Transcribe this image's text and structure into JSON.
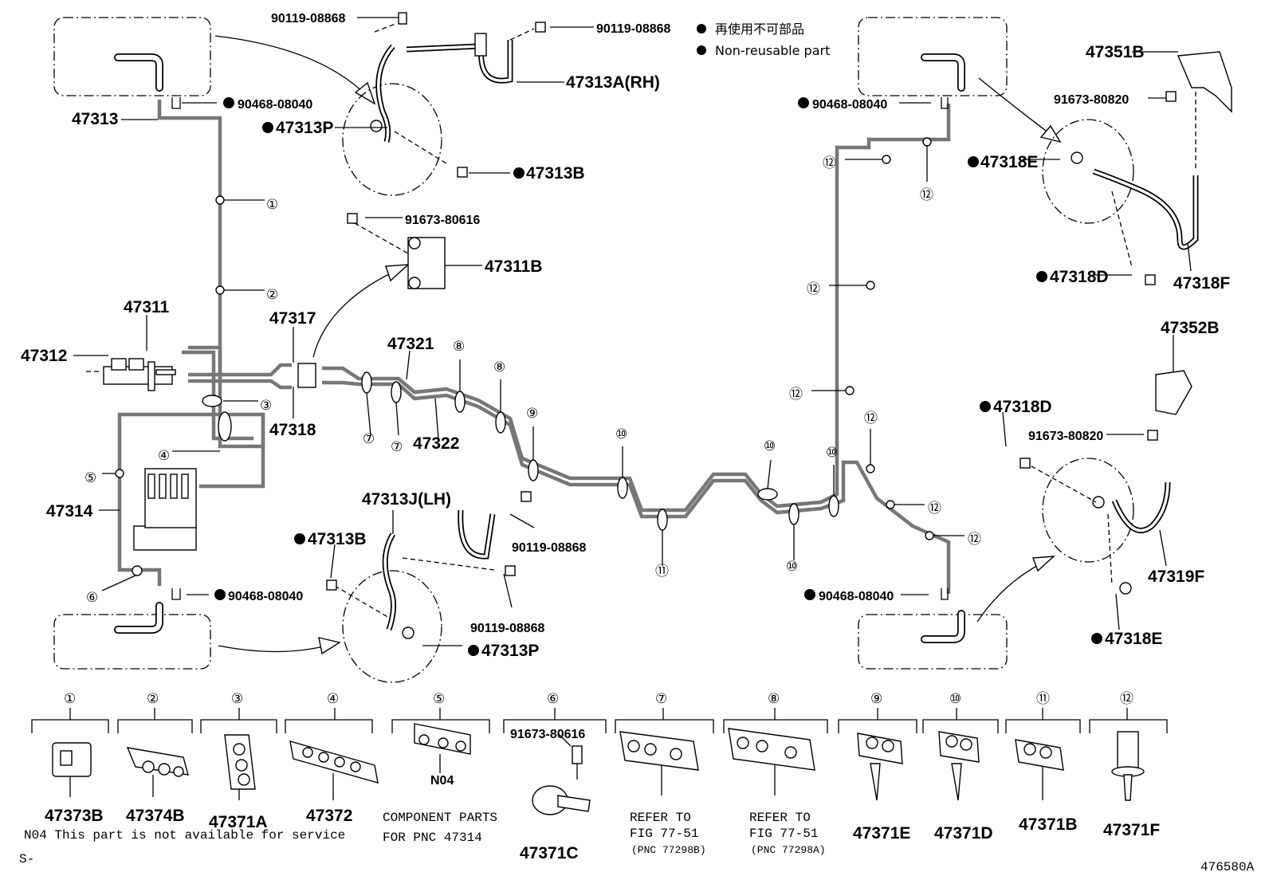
{
  "diagram": {
    "legend": {
      "non_reusable_jp": "再使用不可部品",
      "non_reusable_en": "Non-reusable part"
    },
    "parts": {
      "p47313": "47313",
      "p47312": "47312",
      "p47311": "47311",
      "p47314": "47314",
      "p47317": "47317",
      "p47318": "47318",
      "p47321": "47321",
      "p47322": "47322",
      "p47313A": "47313A(RH)",
      "p47313P_top": "47313P",
      "p47313B_top": "47313B",
      "p47311B": "47311B",
      "p47313J": "47313J(LH)",
      "p47313B_bot": "47313B",
      "p47313P_bot": "47313P",
      "p47351B": "47351B",
      "p47318E_top": "47318E",
      "p47318D_top": "47318D",
      "p47318F": "47318F",
      "p47352B": "47352B",
      "p47318D_bot": "47318D",
      "p47319F": "47319F",
      "p47318E_bot": "47318E",
      "b90119_1": "90119-08868",
      "b90119_2": "90119-08868",
      "b90119_3": "90119-08868",
      "b90119_4": "90119-08868",
      "c90468_1": "90468-08040",
      "c90468_2": "90468-08040",
      "c90468_3": "90468-08040",
      "c90468_4": "90468-08040",
      "b91673_806": "91673-80616",
      "b91673_820a": "91673-80820",
      "b91673_820b": "91673-80820"
    },
    "callouts": [
      "①",
      "②",
      "③",
      "④",
      "⑤",
      "⑥",
      "⑦",
      "⑧",
      "⑨",
      "⑩",
      "⑪",
      "⑫"
    ],
    "clamps": [
      {
        "callout": "①",
        "part": "47373B"
      },
      {
        "callout": "②",
        "part": "47374B"
      },
      {
        "callout": "③",
        "part": "47371A"
      },
      {
        "callout": "④",
        "part": "47372"
      },
      {
        "callout": "⑤",
        "part": "N04"
      },
      {
        "callout": "⑥",
        "part": "47371C",
        "bolt": "91673-80616"
      },
      {
        "callout": "⑦",
        "part": "REFER TO"
      },
      {
        "callout": "⑧",
        "part": "REFER TO"
      },
      {
        "callout": "⑨",
        "part": "47371E"
      },
      {
        "callout": "⑩",
        "part": "47371D"
      },
      {
        "callout": "⑪",
        "part": "47371B"
      },
      {
        "callout": "⑫",
        "part": "47371F"
      }
    ],
    "notes": {
      "comp1": "COMPONENT PARTS",
      "comp2": "FOR PNC 47314",
      "ref7a": "REFER TO",
      "ref7b": "FIG 77-51",
      "ref7c": "(PNC 77298B)",
      "ref8a": "REFER TO",
      "ref8b": "FIG 77-51",
      "ref8c": "(PNC 77298A)",
      "n04": "N04 This part is not available for service",
      "s": "S-",
      "code": "476580A"
    }
  }
}
